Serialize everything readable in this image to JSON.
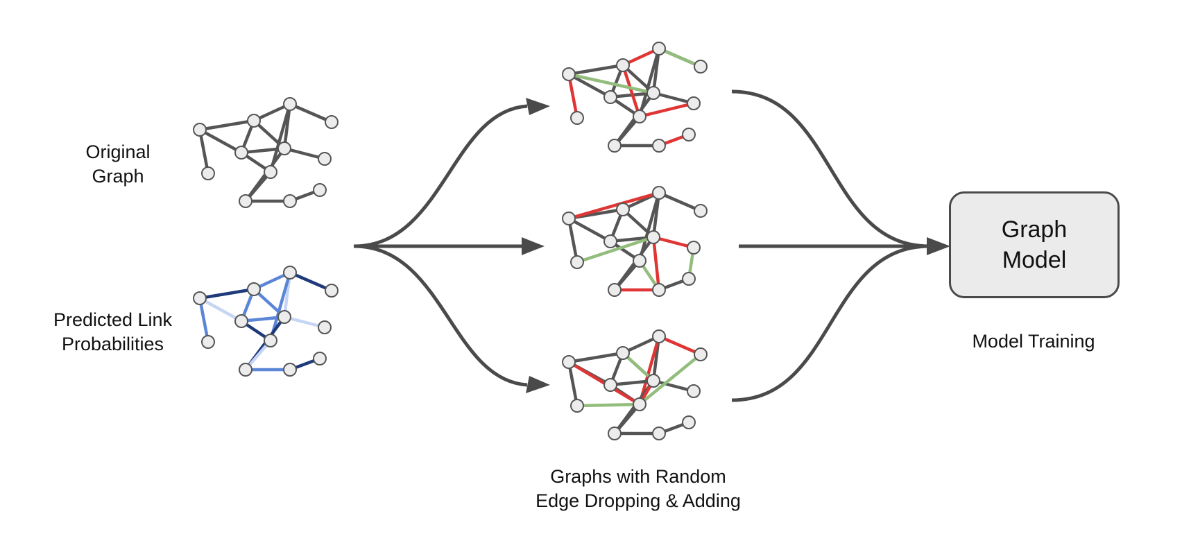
{
  "labels": {
    "original_graph": [
      "Original",
      "Graph"
    ],
    "predicted_link_probabilities": [
      "Predicted Link",
      "Probabilities"
    ],
    "augmented_graphs": [
      "Graphs with Random",
      "Edge Dropping & Adding"
    ],
    "model_training": "Model Training"
  },
  "model_box": {
    "lines": [
      "Graph",
      "Model"
    ]
  },
  "colors": {
    "edge_default": "#555555",
    "edge_dropped": "#e03535",
    "edge_added": "#93bd7c",
    "node_fill": "#ececec",
    "node_stroke": "#555555",
    "arrow": "#4a4a4a",
    "prob_dark": "#1f3a7a",
    "prob_medium": "#5b85d6",
    "prob_light": "#c5d5f3",
    "box_fill": "#ebebeb",
    "box_stroke": "#4a4a4a"
  },
  "graph": {
    "node_count": 12,
    "edges": [
      [
        0,
        1
      ],
      [
        1,
        2
      ],
      [
        2,
        3
      ],
      [
        0,
        4
      ],
      [
        0,
        5
      ],
      [
        1,
        5
      ],
      [
        1,
        6
      ],
      [
        2,
        6
      ],
      [
        2,
        7
      ],
      [
        5,
        6
      ],
      [
        5,
        7
      ],
      [
        6,
        8
      ],
      [
        6,
        9
      ],
      [
        7,
        9
      ],
      [
        9,
        10
      ],
      [
        10,
        11
      ]
    ]
  },
  "edge_probabilities": {
    "levels": {
      "0-1": "dark",
      "1-2": "medium",
      "2-3": "dark",
      "0-4": "medium",
      "0-5": "light",
      "1-5": "medium",
      "1-6": "medium",
      "2-6": "light",
      "2-7": "medium",
      "5-6": "medium",
      "5-7": "dark",
      "6-8": "light",
      "6-9": "dark",
      "7-9": "light",
      "9-10": "medium",
      "10-11": "dark"
    }
  },
  "augmented_graphs": [
    {
      "name": "augmented-graph-1",
      "dropped": [
        [
          1,
          2
        ],
        [
          0,
          4
        ],
        [
          1,
          7
        ],
        [
          7,
          8
        ],
        [
          10,
          11
        ]
      ],
      "added": [
        [
          0,
          6
        ],
        [
          2,
          3
        ]
      ]
    },
    {
      "name": "augmented-graph-2",
      "dropped": [
        [
          0,
          2
        ],
        [
          6,
          8
        ],
        [
          6,
          10
        ],
        [
          9,
          10
        ]
      ],
      "added": [
        [
          4,
          6
        ],
        [
          8,
          11
        ],
        [
          7,
          10
        ]
      ]
    },
    {
      "name": "augmented-graph-3",
      "dropped": [
        [
          0,
          7
        ],
        [
          2,
          3
        ],
        [
          2,
          7
        ],
        [
          6,
          7
        ]
      ],
      "added": [
        [
          4,
          7
        ],
        [
          1,
          6
        ],
        [
          3,
          7
        ]
      ]
    }
  ]
}
